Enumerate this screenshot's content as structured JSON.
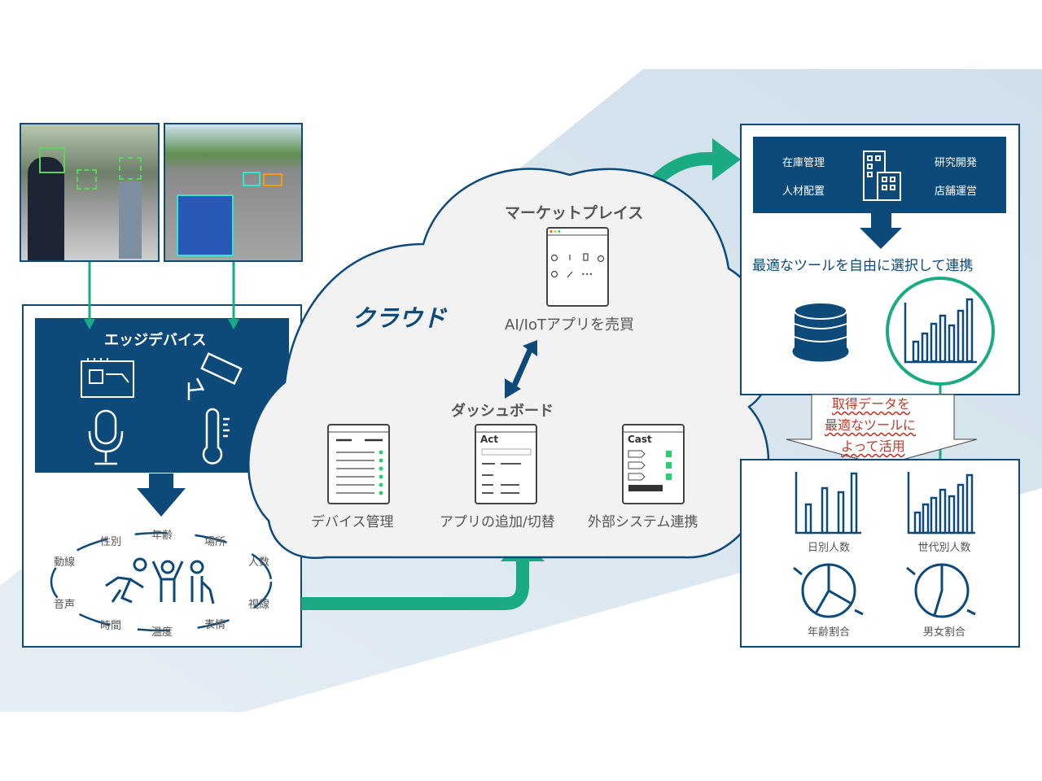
{
  "colors": {
    "navy": "#0d4a7a",
    "green": "#1aab84",
    "cloud": "#f2f2f2",
    "red": "#c0392b",
    "sky": "#dbe8f1"
  },
  "edge": {
    "title": "エッジデバイス",
    "attributes": [
      "年齢",
      "場所",
      "人数",
      "視線",
      "表情",
      "温度",
      "時間",
      "音声",
      "動線",
      "性別"
    ]
  },
  "cloud": {
    "title": "クラウド",
    "marketplace": {
      "title": "マーケットプレイス",
      "caption": "AI/IoTアプリを売買"
    },
    "dashboard": {
      "title": "ダッシュボード",
      "panels": [
        {
          "caption": "デバイス管理",
          "header": ""
        },
        {
          "caption": "アプリの追加/切替",
          "header": "Act"
        },
        {
          "caption": "外部システム連携",
          "header": "Cast"
        }
      ]
    }
  },
  "enterprise": {
    "items": [
      "在庫管理",
      "研究開発",
      "人材配置",
      "店舗運営"
    ],
    "caption": "最適なツールを自由に選択して連携"
  },
  "usage": {
    "lines": [
      "取得データを",
      "最適なツールに",
      "よって活用"
    ]
  },
  "charts": [
    {
      "label": "日別人数"
    },
    {
      "label": "世代別人数"
    },
    {
      "label": "年齢割合"
    },
    {
      "label": "男女割合"
    }
  ]
}
